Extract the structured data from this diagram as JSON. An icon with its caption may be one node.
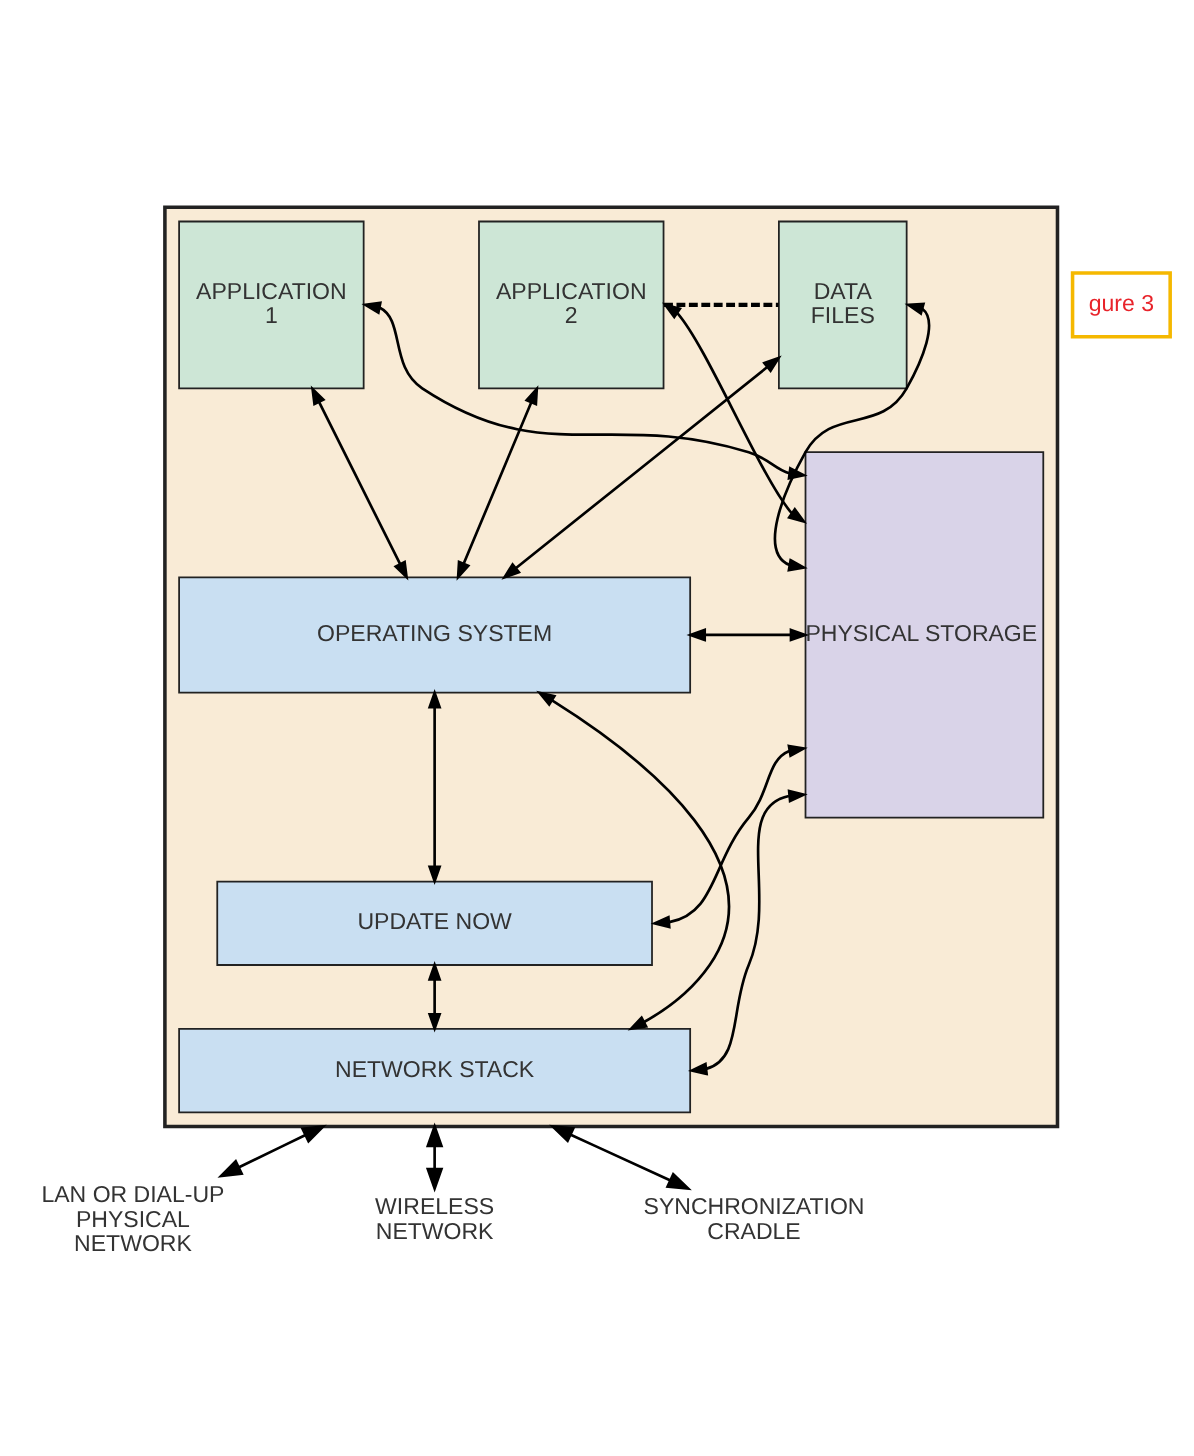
{
  "diagram": {
    "nodes": [
      {
        "text": [],
        "shape": "box"
      },
      {
        "text": [
          "APPLICATION 1"
        ],
        "in": 0
      },
      {
        "text": [
          "APPLICATION 2"
        ],
        "in": 0
      },
      {
        "text": [
          "gure 3"
        ]
      },
      {
        "text": [
          "DATA FILES"
        ],
        "in": 0
      },
      {
        "text": [
          "PHYSICAL STORAGE"
        ],
        "in": 0
      },
      {
        "text": [
          "OPERATING SYSTEM"
        ],
        "in": 0
      },
      {
        "text": [
          "UPDATE NOW"
        ],
        "in": 0
      },
      {
        "text": [
          "NETWORK STACK"
        ],
        "in": 0
      },
      {
        "text": [
          "LAN OR DIAL-UP PHYSICAL NETWORK"
        ]
      },
      {
        "text": [
          "WIRELESS NETWORK"
        ]
      },
      {
        "text": [
          "SYNCHRONIZATION CRADLE"
        ]
      }
    ],
    "edges": [
      {
        "from": 1,
        "to": 5,
        "arrow": "both"
      },
      {
        "from": 2,
        "to": 5,
        "arrow": "both"
      },
      {
        "from": 2,
        "to": 4,
        "arrow": "none",
        "style": "dashed"
      },
      {
        "from": 4,
        "to": 5,
        "arrow": "both"
      },
      {
        "from": 1,
        "to": 6,
        "arrow": "both"
      },
      {
        "from": 2,
        "to": 6,
        "arrow": "both"
      },
      {
        "from": 4,
        "to": 6,
        "arrow": "both"
      },
      {
        "from": 6,
        "to": 5,
        "arrow": "both"
      },
      {
        "from": 6,
        "to": 7,
        "arrow": "both"
      },
      {
        "from": 6,
        "to": 8,
        "arrow": "both"
      },
      {
        "from": 7,
        "to": 5,
        "arrow": "both"
      },
      {
        "from": 7,
        "to": 8,
        "arrow": "both"
      },
      {
        "from": 8,
        "to": 5,
        "arrow": "both"
      },
      {
        "from": 0,
        "to": 9,
        "arrow": "both"
      },
      {
        "from": 0,
        "to": 10,
        "arrow": "both"
      },
      {
        "from": 0,
        "to": 11,
        "arrow": "both"
      }
    ]
  }
}
